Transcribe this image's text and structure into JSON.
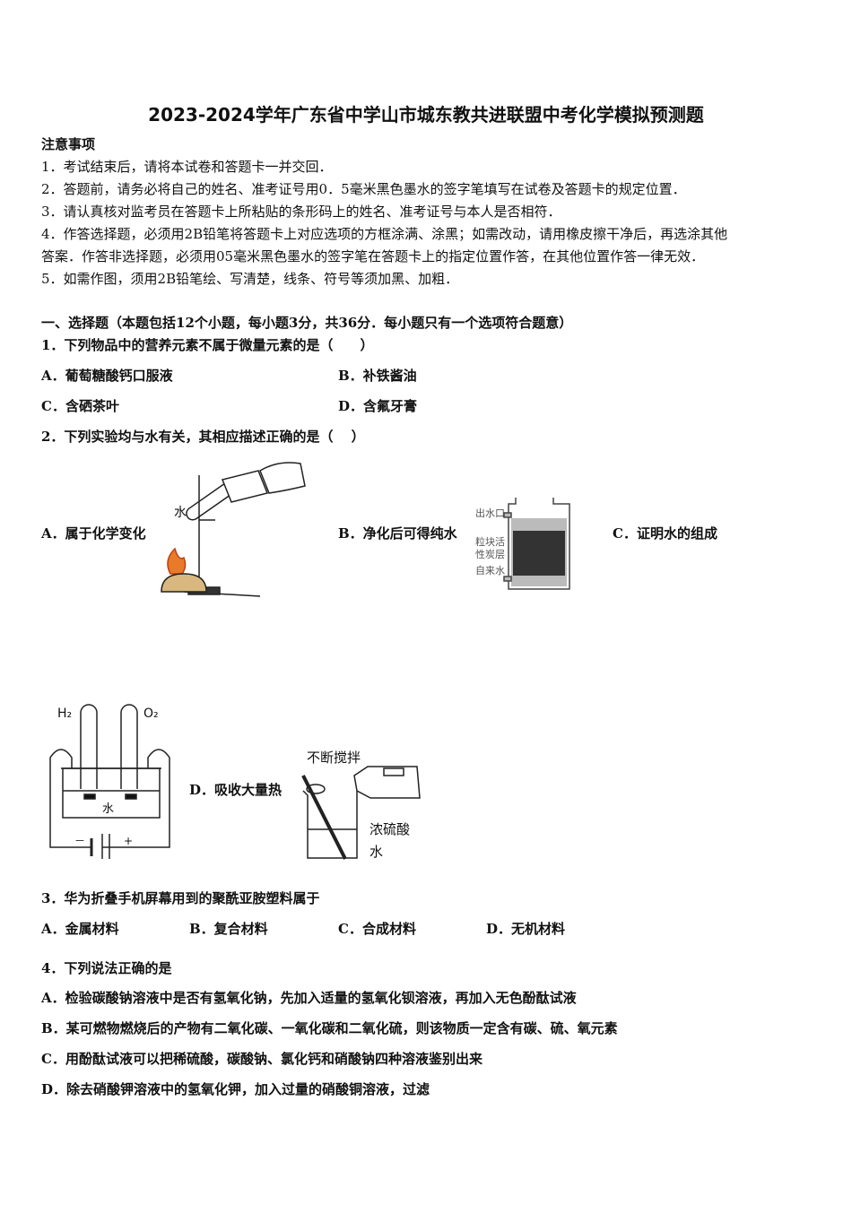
{
  "title": "2023-2024学年广东省中学山市城东教共进联盟中考化学模拟预测题",
  "notice": {
    "heading": "注意事项",
    "items": [
      "1．考试结束后，请将本试卷和答题卡一并交回．",
      "2．答题前，请务必将自己的姓名、准考证号用0．5毫米黑色墨水的签字笔填写在试卷及答题卡的规定位置．",
      "3．请认真核对监考员在答题卡上所粘贴的条形码上的姓名、准考证号与本人是否相符．",
      "4．作答选择题，必须用2B铅笔将答题卡上对应选项的方框涂满、涂黑；如需改动，请用橡皮擦干净后，再选涂其他",
      "答案．作答非选择题，必须用05毫米黑色墨水的签字笔在答题卡上的指定位置作答，在其他位置作答一律无效．",
      "5．如需作图，须用2B铅笔绘、写清楚，线条、符号等须加黑、加粗．"
    ]
  },
  "section": "一、选择题（本题包括12个小题，每小题3分，共36分．每小题只有一个选项符合题意）",
  "q1": {
    "stem": "1．下列物品中的营养元素不属于微量元素的是（　　）",
    "options": [
      "A．葡萄糖酸钙口服液",
      "B．补铁酱油",
      "C．含硒茶叶",
      "D．含氟牙膏"
    ]
  },
  "q2": {
    "stem": "2．下列实验均与水有关，其相应描述正确的是（　 ）",
    "options": [
      "A．属于化学变化",
      "B．净化后可得纯水",
      "C．证明水的组成",
      "D．吸收大量热"
    ],
    "fig_a": {
      "label": "水"
    },
    "fig_b": {
      "outlet": "出水口",
      "carbon1": "粒块活",
      "carbon2": "性炭层",
      "inlet": "自来水"
    },
    "fig_c": {
      "h2": "H₂",
      "o2": "O₂",
      "water": "水",
      "minus": "－",
      "plus": "+"
    },
    "fig_d": {
      "stir": "不断搅拌",
      "acid": "浓硫酸",
      "water": "水"
    }
  },
  "q3": {
    "stem": "3．华为折叠手机屏幕用到的聚酰亚胺塑料属于",
    "options": [
      "A．金属材料",
      "B．复合材料",
      "C．合成材料",
      "D．无机材料"
    ]
  },
  "q4": {
    "stem": "4．下列说法正确的是",
    "options": [
      "A．检验碳酸钠溶液中是否有氢氧化钠，先加入适量的氢氧化钡溶液，再加入无色酚酞试液",
      "B．某可燃物燃烧后的产物有二氧化碳、一氧化碳和二氧化硫，则该物质一定含有碳、硫、氧元素",
      "C．用酚酞试液可以把稀硫酸，碳酸钠、氯化钙和硝酸钠四种溶液鉴别出来",
      "D．除去硝酸钾溶液中的氢氧化钾，加入过量的硝酸铜溶液，过滤"
    ]
  }
}
